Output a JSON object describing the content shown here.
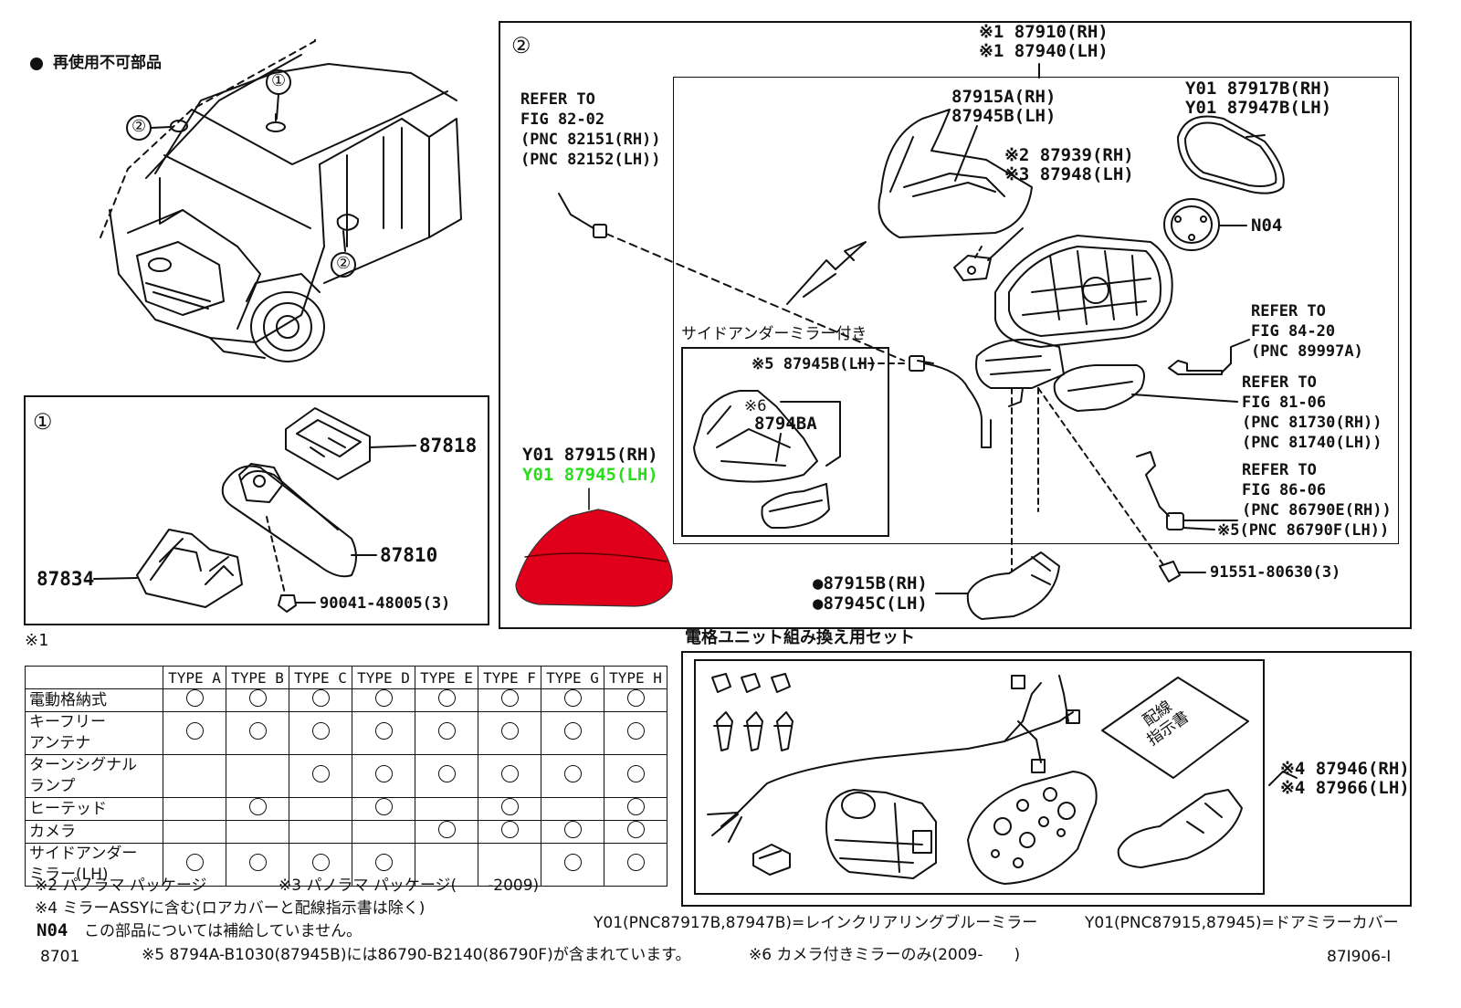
{
  "legend_nonreusable": "再使用不可部品",
  "callouts": {
    "one": "①",
    "two": "②"
  },
  "panel1": {
    "label": "①",
    "parts": {
      "p87818": "87818",
      "p87810": "87810",
      "p87834": "87834",
      "p90041": "90041-48005(3)"
    }
  },
  "panel2": {
    "label": "②",
    "top_rh": "※1 87910(RH)",
    "top_lh": "※1 87940(LH)",
    "refer1": [
      "REFER TO",
      "FIG 82-02",
      "(PNC 82151(RH))",
      "(PNC 82152(LH))"
    ],
    "p87915a": "87915A(RH)",
    "p87945b": "87945B(LH)",
    "p87939": "※2 87939(RH)",
    "p87948": "※3 87948(LH)",
    "p87917b": "Y01 87917B(RH)",
    "p87947b": "Y01 87947B(LH)",
    "n04": "N04",
    "refer2": [
      "REFER TO",
      "FIG 84-20",
      "(PNC 89997A)"
    ],
    "refer3": [
      "REFER TO",
      "FIG 81-06",
      "(PNC 81730(RH))",
      "(PNC 81740(LH))"
    ],
    "refer4": [
      "REFER TO",
      "FIG 86-06",
      "(PNC 86790E(RH))",
      "※5(PNC 86790F(LH))"
    ],
    "p91551": "91551-80630(3)",
    "p87915b": "●87915B(RH)",
    "p87945c": "●87945C(LH)",
    "y01_87915": "Y01 87915(RH)",
    "y01_87945": "Y01 87945(LH)",
    "side_under_title": "サイドアンダーミラー付き",
    "side_p87945b": "※5 87945B(LH)",
    "side_note6": "※6",
    "side_p8794ba": "8794BA"
  },
  "kit_title": "電格ユニット組み換え用セット",
  "kit": {
    "p87946": "※4 87946(RH)",
    "p87966": "※4 87966(LH)",
    "doc_line1": "配線",
    "doc_line2": "指示書"
  },
  "table": {
    "caption": "※1",
    "headers": [
      "TYPE A",
      "TYPE B",
      "TYPE C",
      "TYPE D",
      "TYPE E",
      "TYPE F",
      "TYPE G",
      "TYPE H"
    ],
    "rows": [
      {
        "label": "電動格納式",
        "marks": [
          true,
          true,
          true,
          true,
          true,
          true,
          true,
          true
        ],
        "tall": false
      },
      {
        "label": "キーフリー\nアンテナ",
        "marks": [
          true,
          true,
          true,
          true,
          true,
          true,
          true,
          true
        ],
        "tall": true
      },
      {
        "label": "ターンシグナル\nランプ",
        "marks": [
          false,
          false,
          true,
          true,
          true,
          true,
          true,
          true
        ],
        "tall": true
      },
      {
        "label": "ヒーテッド",
        "marks": [
          false,
          true,
          false,
          true,
          false,
          true,
          false,
          true
        ],
        "tall": false
      },
      {
        "label": "カメラ",
        "marks": [
          false,
          false,
          false,
          false,
          true,
          true,
          true,
          true
        ],
        "tall": false
      },
      {
        "label": "サイドアンダー\nミラー(LH)",
        "marks": [
          true,
          true,
          true,
          true,
          false,
          false,
          true,
          true
        ],
        "tall": true
      }
    ]
  },
  "notes": {
    "n2": "※2 パノラマ パッケージ",
    "n3": "※3 パノラマ パッケージ(　　-2009)",
    "n4": "※4 ミラーASSYに含む(ロアカバーと配線指示書は除く)",
    "n04_label": "N04",
    "n04_text": "この部品については補給していません。",
    "fig_left": "8701",
    "n5": "※5 8794A-B1030(87945B)には86790-B2140(86790F)が含まれています。",
    "n6": "※6 カメラ付きミラーのみ(2009-　　)",
    "fig_right": "87I906-I",
    "y01_a": "Y01(PNC87917B,87947B)=レインクリアリングブルーミラー",
    "y01_b": "Y01(PNC87915,87945)=ドアミラーカバー"
  },
  "colors": {
    "highlight_part": "#e0001b",
    "highlight_text": "#2bdc1e",
    "ink": "#111111"
  }
}
